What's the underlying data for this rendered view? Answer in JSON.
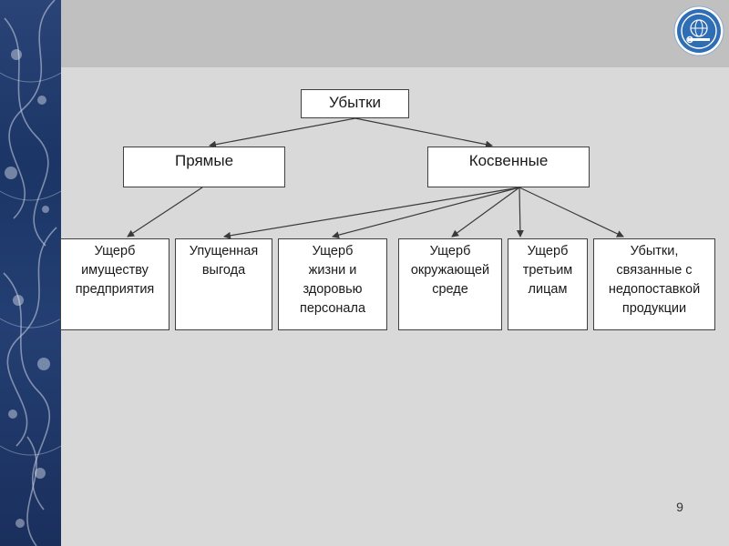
{
  "slide": {
    "page_number": "9",
    "colors": {
      "background": "#d9d9d9",
      "header_band": "#c0c0c0",
      "sidebar": "#1b3566",
      "logo_fill": "#2f6db5",
      "box_fill": "#ffffff",
      "box_border": "#404040",
      "connector": "#3a3a3a"
    },
    "logo": {
      "icon": "globe-emblem-icon"
    }
  },
  "diagram": {
    "root": "Убытки",
    "branches": [
      {
        "label": "Прямые",
        "children": [
          "Ущерб\nимуществу\nпредприятия"
        ]
      },
      {
        "label": "Косвенные",
        "children": [
          "Упущенная\nвыгода",
          "Ущерб\nжизни и\nздоровью\nперсонала",
          "Ущерб\nокружающей\nсреде",
          "Ущерб\nтретьим\nлицам",
          "Убытки,\nсвязанные с\nнедопоставкой\nпродукции"
        ]
      }
    ]
  }
}
